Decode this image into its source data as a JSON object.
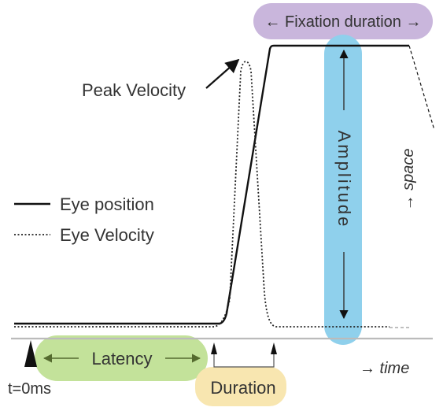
{
  "labels": {
    "fixation_duration": "← Fixation duration →",
    "peak_velocity": "Peak Velocity",
    "amplitude": "Amplitude",
    "space": "→ space",
    "time": "→ time",
    "latency": "Latency",
    "duration": "Duration",
    "t0": "t=0ms"
  },
  "legend": {
    "eye_position": "Eye position",
    "eye_velocity": "Eye Velocity"
  },
  "colors": {
    "fixation_bubble": "#c9b6dc",
    "amplitude_bubble": "#8fd0ec",
    "latency_bubble": "#c3e29a",
    "duration_bubble": "#f8e6b0",
    "ink": "#111111",
    "text": "#333333"
  }
}
